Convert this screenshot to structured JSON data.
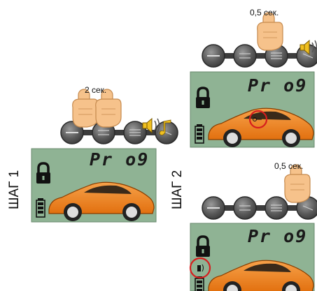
{
  "steps": {
    "step1_label": "ШАГ 1",
    "step2_label": "ШАГ 2"
  },
  "timings": {
    "press_2sec": "2 сек.",
    "press_05sec_top": "0,5 сек.",
    "press_05sec_bottom": "0,5 сек."
  },
  "lcd": {
    "screen1_text": "Pr o9",
    "screen2_text": "Pr o9",
    "screen3_text": "Pr o9"
  },
  "colors": {
    "lcd_background": "#8fb394",
    "car_body": "#f28c1e",
    "highlight_circle": "#d61e1e",
    "finger_skin": "#f6c28b",
    "button_dark": "#555555"
  },
  "icons": [
    "lock-icon",
    "battery-icon",
    "speaker-icon",
    "music-note-icon",
    "car-icon",
    "key-icon",
    "door-icon",
    "finger-icon"
  ]
}
